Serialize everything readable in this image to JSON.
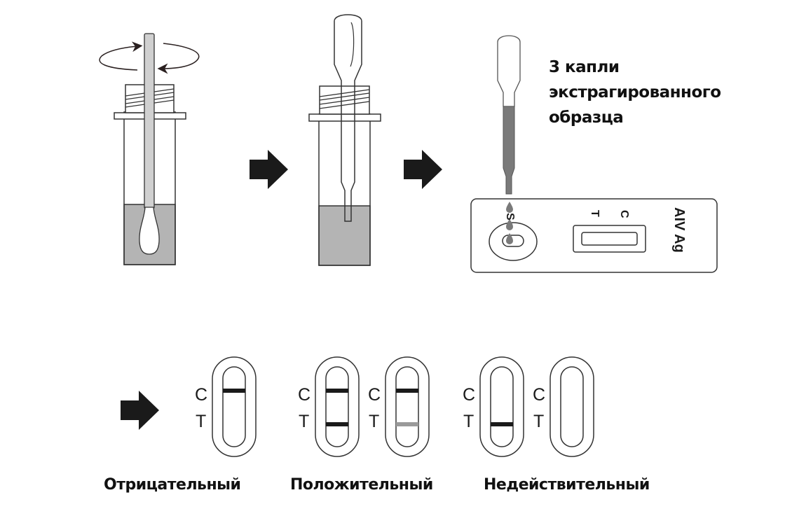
{
  "instruction": {
    "drops_label_lines": [
      "3 капли",
      "экстрагированного",
      "образца"
    ]
  },
  "cassette": {
    "sample_well_label": "S",
    "control_label": "C",
    "test_label": "T",
    "product_label": "AIV Ag"
  },
  "results": {
    "line_labels": {
      "control": "C",
      "test": "T"
    },
    "groups": [
      {
        "caption": "Отрицательный",
        "strips": [
          {
            "control_line": "dark",
            "test_line": "none"
          }
        ]
      },
      {
        "caption": "Положительный",
        "strips": [
          {
            "control_line": "dark",
            "test_line": "dark"
          },
          {
            "control_line": "dark",
            "test_line": "faint"
          }
        ]
      },
      {
        "caption": "Недействительный",
        "strips": [
          {
            "control_line": "none",
            "test_line": "dark"
          },
          {
            "control_line": "none",
            "test_line": "none"
          }
        ]
      }
    ]
  },
  "colors": {
    "line_dark": "#1a1a1a",
    "line_faint": "#9a9a9a",
    "liquid": "#b4b4b4",
    "sample_fill": "#7a7a7a"
  },
  "icons": [
    "rotate-arrows-icon",
    "arrow-right-icon"
  ]
}
